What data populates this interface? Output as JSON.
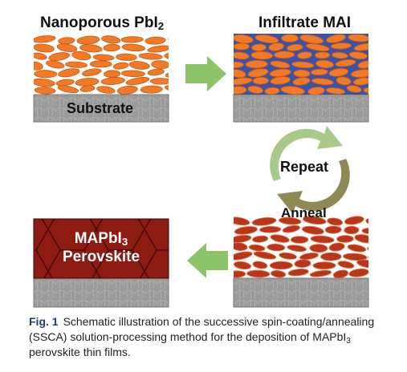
{
  "labels": {
    "nanoporous": "Nanoporous PbI",
    "nanoporous_sub": "2",
    "infiltrate": "Infiltrate MAI",
    "substrate": "Substrate",
    "repeat": "Repeat",
    "anneal": "Anneal",
    "product_line1": "MAPbI",
    "product_line1_sub": "3",
    "product_line2": "Perovskite"
  },
  "caption": {
    "fig": "Fig. 1",
    "text_before_sub": "Schematic illustration of the successive spin-coating/annealing (SSCA) solution-processing method for the deposition of MAPbI",
    "sub": "3",
    "text_after_sub": " perovskite thin films."
  },
  "colors": {
    "pbi2_ellipse": "#f07a28",
    "pbi2_outline": "#c85a12",
    "mai_fill": "#3a52a8",
    "annealed_ellipse": "#b8371c",
    "perovskite": "#8e1b12",
    "substrate": "#9a9a9a",
    "arrow_green": "#8cc46a",
    "cycle_green": "#a9c98b",
    "cycle_olive": "#8f8a55"
  }
}
